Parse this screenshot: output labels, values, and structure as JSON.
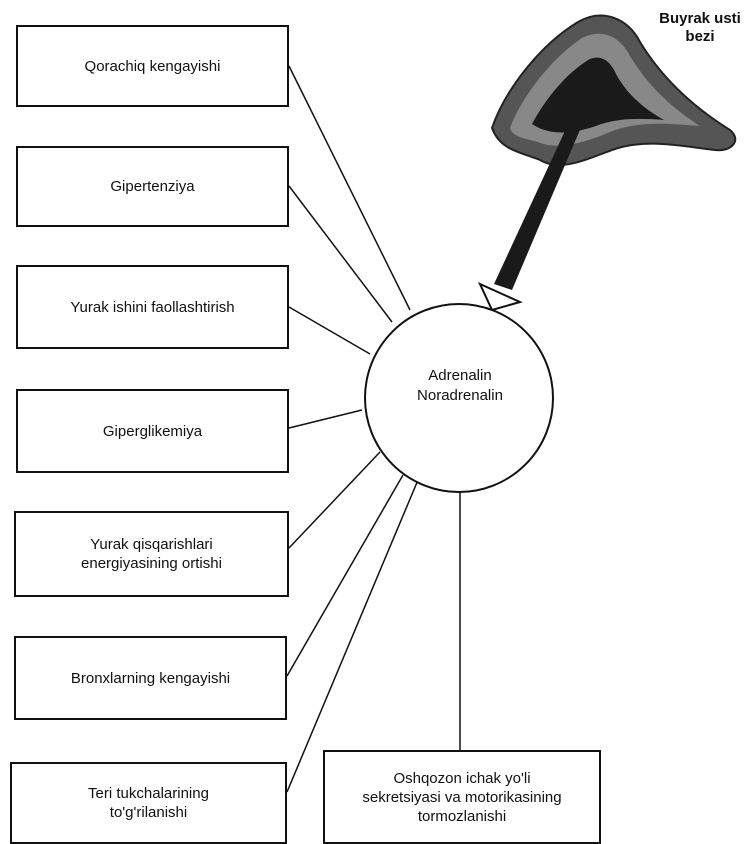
{
  "source": {
    "label": "Buyrak usti\nbezi"
  },
  "hub": {
    "label": "Adrenalin\nNoradrenalin"
  },
  "effects": [
    {
      "label": "Qorachiq kengayishi"
    },
    {
      "label": "Gipertenziya"
    },
    {
      "label": "Yurak ishini faollashtirish"
    },
    {
      "label": "Giperglikemiya"
    },
    {
      "label": "Yurak qisqarishlari\nenergiyasining ortishi"
    },
    {
      "label": "Bronxlarning kengayishi"
    },
    {
      "label": "Teri tukchalarining\nto'g'rilanishi"
    },
    {
      "label": "Oshqozon ichak yo'li\nsekretsiyasi va motorikasining\ntormozlanishi"
    }
  ],
  "colors": {
    "ink": "#111111",
    "gland_fill": "#555555",
    "gland_core": "#1a1a1a"
  }
}
